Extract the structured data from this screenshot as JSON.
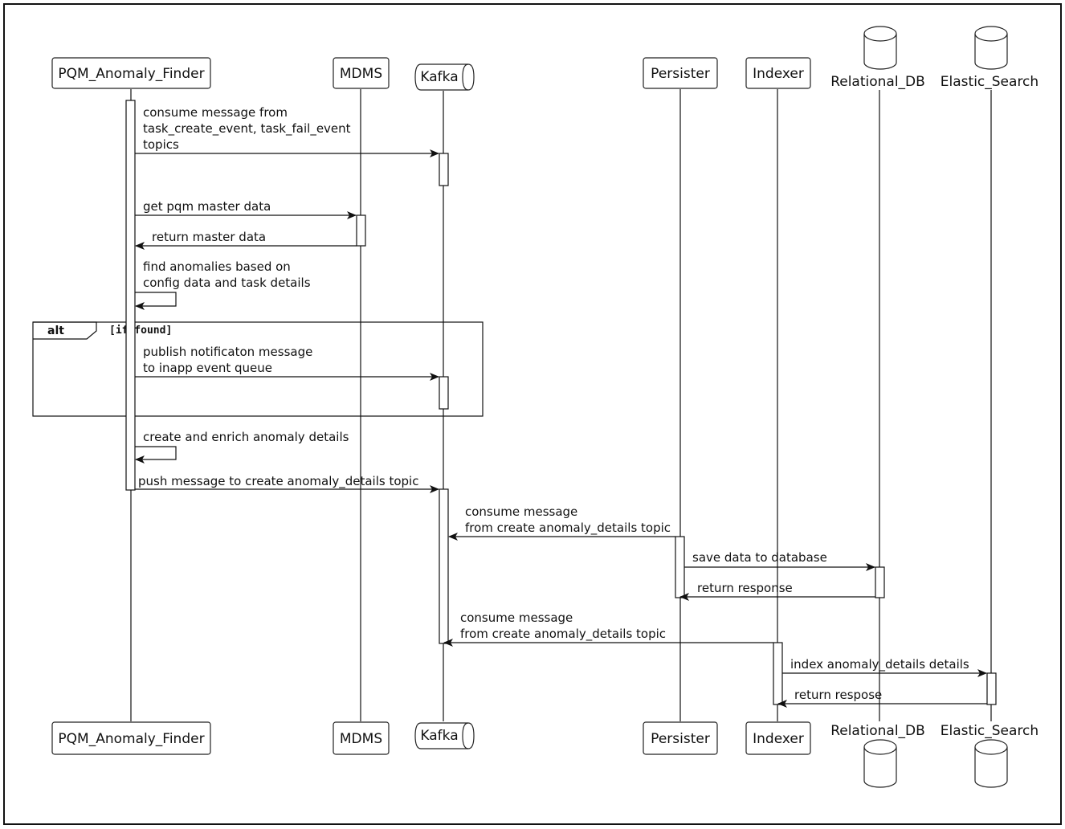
{
  "participants": [
    {
      "id": "pqm",
      "label": "PQM_Anomaly_Finder",
      "shape": "rect"
    },
    {
      "id": "mdms",
      "label": "MDMS",
      "shape": "rect"
    },
    {
      "id": "kafka",
      "label": "Kafka",
      "shape": "queue"
    },
    {
      "id": "persister",
      "label": "Persister",
      "shape": "rect"
    },
    {
      "id": "indexer",
      "label": "Indexer",
      "shape": "rect"
    },
    {
      "id": "rdb",
      "label": "Relational_DB",
      "shape": "database"
    },
    {
      "id": "es",
      "label": "Elastic_Search",
      "shape": "database"
    }
  ],
  "messages": [
    {
      "from": "pqm",
      "to": "kafka",
      "lines": [
        "consume message from",
        "task_create_event, task_fail_event",
        "topics"
      ]
    },
    {
      "from": "pqm",
      "to": "mdms",
      "lines": [
        "get pqm master data"
      ]
    },
    {
      "from": "mdms",
      "to": "pqm",
      "lines": [
        "return master data"
      ]
    },
    {
      "from": "pqm",
      "to": "pqm",
      "lines": [
        "find anomalies based on",
        "config data and task details"
      ]
    },
    {
      "from": "pqm",
      "to": "kafka",
      "lines": [
        "publish notificaton message",
        "to inapp event queue"
      ]
    },
    {
      "from": "pqm",
      "to": "pqm",
      "lines": [
        "create and enrich anomaly details"
      ]
    },
    {
      "from": "pqm",
      "to": "kafka",
      "lines": [
        "push message to create anomaly_details topic"
      ]
    },
    {
      "from": "persister",
      "to": "kafka",
      "lines": [
        "consume message",
        "from create anomaly_details topic"
      ]
    },
    {
      "from": "persister",
      "to": "rdb",
      "lines": [
        "save data to database"
      ]
    },
    {
      "from": "rdb",
      "to": "persister",
      "lines": [
        "return response"
      ]
    },
    {
      "from": "indexer",
      "to": "kafka",
      "lines": [
        "consume message",
        "from create anomaly_details topic"
      ]
    },
    {
      "from": "indexer",
      "to": "es",
      "lines": [
        "index anomaly_details details"
      ]
    },
    {
      "from": "es",
      "to": "indexer",
      "lines": [
        "return respose"
      ]
    }
  ],
  "alt_frame": {
    "label": "alt",
    "guard": "[if found]"
  }
}
